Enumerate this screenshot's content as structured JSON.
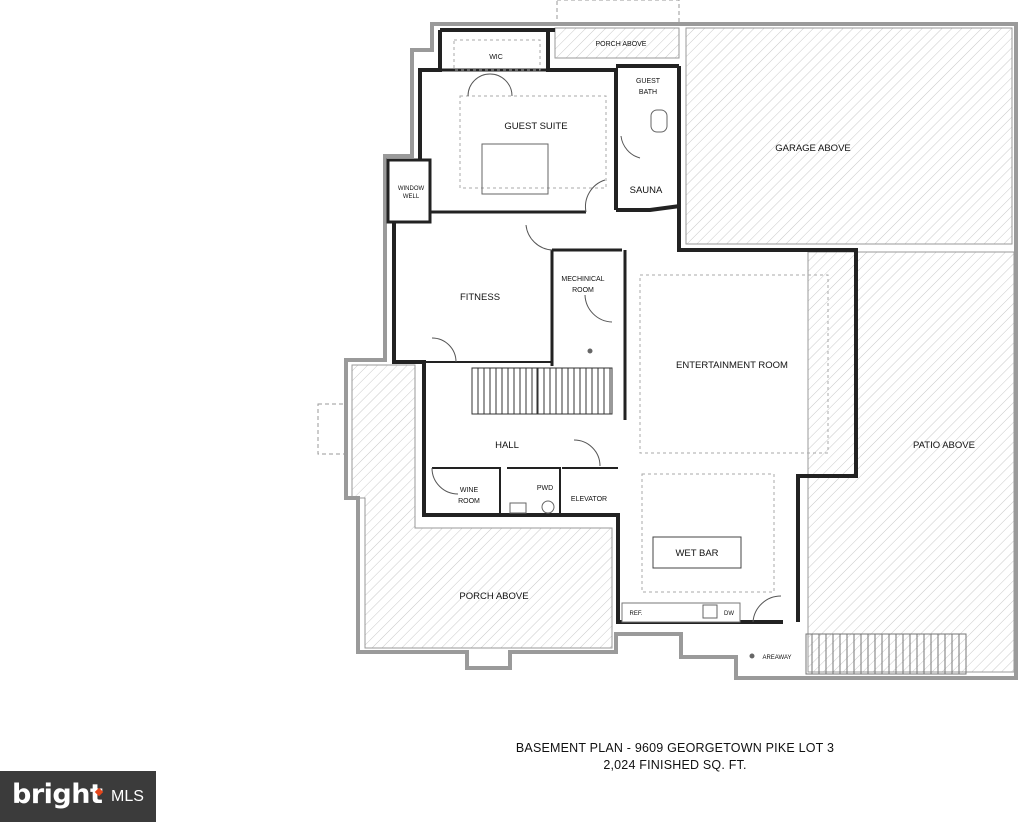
{
  "plan": {
    "rooms": {
      "porch_above_top": "PORCH ABOVE",
      "wic": "WIC",
      "guest_bath_1": "GUEST",
      "guest_bath_2": "BATH",
      "guest_suite": "GUEST SUITE",
      "garage_above": "GARAGE ABOVE",
      "window_well_1": "WINDOW",
      "window_well_2": "WELL",
      "sauna": "SAUNA",
      "fitness": "FITNESS",
      "mechanical_1": "MECHINICAL",
      "mechanical_2": "ROOM",
      "entertainment": "ENTERTAINMENT ROOM",
      "patio_above": "PATIO ABOVE",
      "hall": "HALL",
      "wine_1": "WINE",
      "wine_2": "ROOM",
      "pwd": "PWD",
      "elevator": "ELEVATOR",
      "wet_bar": "WET BAR",
      "porch_above_bottom": "PORCH ABOVE",
      "ref": "REF.",
      "dw": "DW",
      "areaway": "AREAWAY"
    },
    "caption": {
      "title": "BASEMENT PLAN - 9609 GEORGETOWN PIKE LOT 3",
      "area": "2,024 FINISHED SQ. FT."
    }
  },
  "logo": {
    "brand": "bright",
    "suffix": "MLS",
    "accent_color": "#e4461b",
    "background_color": "#3b3b3b"
  }
}
